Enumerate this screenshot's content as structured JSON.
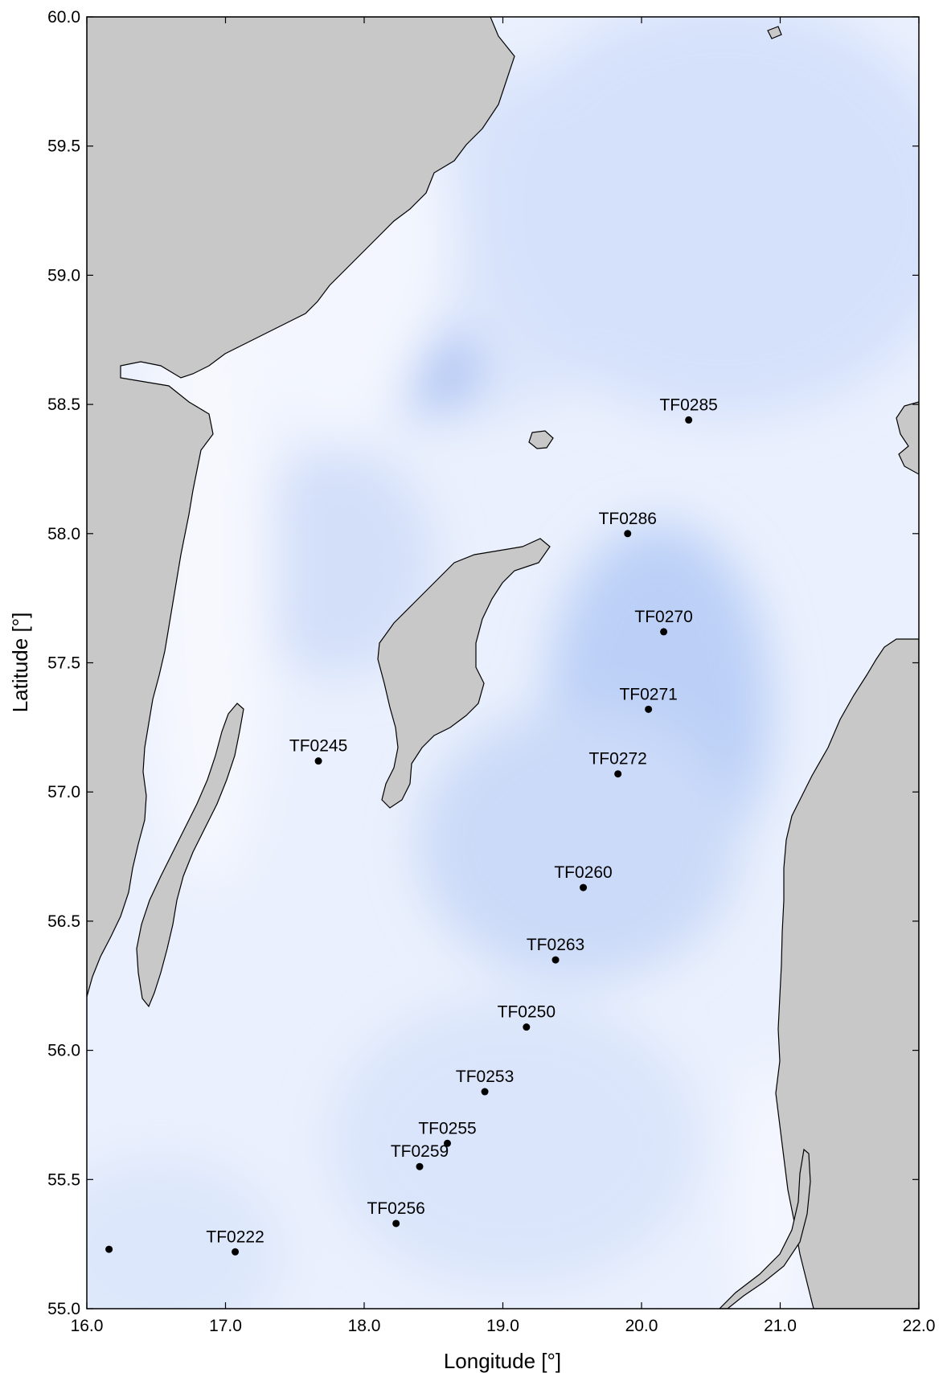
{
  "map": {
    "xlabel": "Longitude [°]",
    "ylabel": "Latitude [°]",
    "xlim": [
      16.0,
      22.0
    ],
    "ylim": [
      55.0,
      60.0
    ],
    "x_ticks": [
      "16.0",
      "17.0",
      "18.0",
      "19.0",
      "20.0",
      "21.0",
      "22.0"
    ],
    "y_ticks": [
      "55.0",
      "55.5",
      "56.0",
      "56.5",
      "57.0",
      "57.5",
      "58.0",
      "58.5",
      "59.0",
      "59.5",
      "60.0"
    ],
    "colors": {
      "land": "#c8c8c8",
      "water_light": "#f4f7fe",
      "water_mid": "#dde6fb",
      "water_deep": "#b9cdf6",
      "marker": "#000000"
    },
    "stations": [
      {
        "name": "TF0285",
        "lon": 20.34,
        "lat": 58.44
      },
      {
        "name": "TF0286",
        "lon": 19.9,
        "lat": 58.0
      },
      {
        "name": "TF0270",
        "lon": 20.16,
        "lat": 57.62
      },
      {
        "name": "TF0271",
        "lon": 20.05,
        "lat": 57.32
      },
      {
        "name": "TF0272",
        "lon": 19.83,
        "lat": 57.07
      },
      {
        "name": "TF0245",
        "lon": 17.67,
        "lat": 57.12
      },
      {
        "name": "TF0260",
        "lon": 19.58,
        "lat": 56.63
      },
      {
        "name": "TF0263",
        "lon": 19.38,
        "lat": 56.35
      },
      {
        "name": "TF0250",
        "lon": 19.17,
        "lat": 56.09
      },
      {
        "name": "TF0253",
        "lon": 18.87,
        "lat": 55.84
      },
      {
        "name": "TF0255",
        "lon": 18.6,
        "lat": 55.64
      },
      {
        "name": "TF0259",
        "lon": 18.4,
        "lat": 55.55
      },
      {
        "name": "TF0256",
        "lon": 18.23,
        "lat": 55.33
      },
      {
        "name": "TF0222",
        "lon": 17.07,
        "lat": 55.22
      },
      {
        "name": "",
        "lon": 16.16,
        "lat": 55.23
      }
    ]
  }
}
